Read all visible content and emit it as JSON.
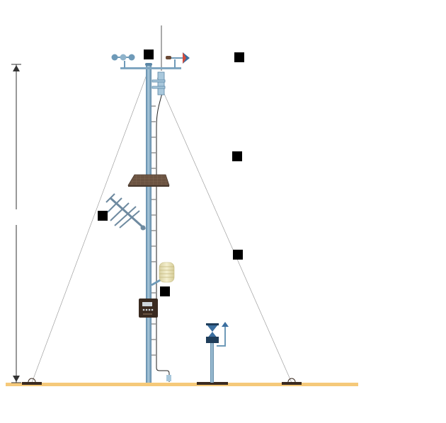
{
  "diagram": {
    "components": [
      "cup-anemometer",
      "wind-vane",
      "lightning-rod",
      "mast",
      "guy-wires",
      "solar-panel",
      "yagi-antenna",
      "radiation-shield",
      "data-logger",
      "rain-gauge",
      "ground"
    ],
    "label_markers": 7,
    "colors": {
      "ground": "#f5c97a",
      "mast": "#6e9ab8",
      "mast_highlight": "#a9c8dc",
      "solar_panel": "#6b5341",
      "radiation_shield": "#e9e2b8",
      "logger": "#3a2a20",
      "logger_screen": "#cfd6dc",
      "rain_gauge": "#3b6fa0",
      "vane_tail": "#d64a3a",
      "dimension_line": "#333333",
      "guy_wire": "#9a9a9a",
      "marker": "#000000"
    }
  }
}
